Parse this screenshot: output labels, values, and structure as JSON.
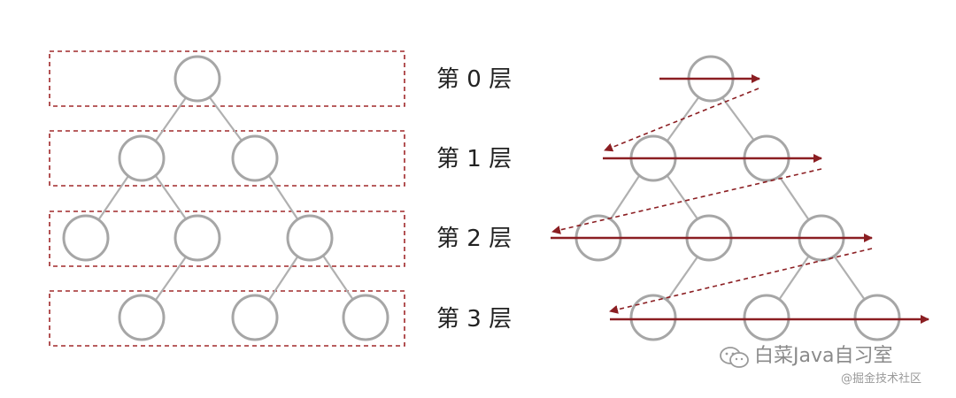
{
  "labels": {
    "level0": "第 0 层",
    "level1": "第 1 层",
    "level2": "第 2 层",
    "level3": "第 3 层"
  },
  "watermark": {
    "main": "白菜Java自习室",
    "sub": "@掘金技术社区"
  },
  "colors": {
    "node_stroke": "#a6a6a6",
    "edge": "#b0b0b0",
    "dash_box": "#a0282a",
    "arrow": "#8b1e22",
    "watermark": "#8a8a8a"
  }
}
